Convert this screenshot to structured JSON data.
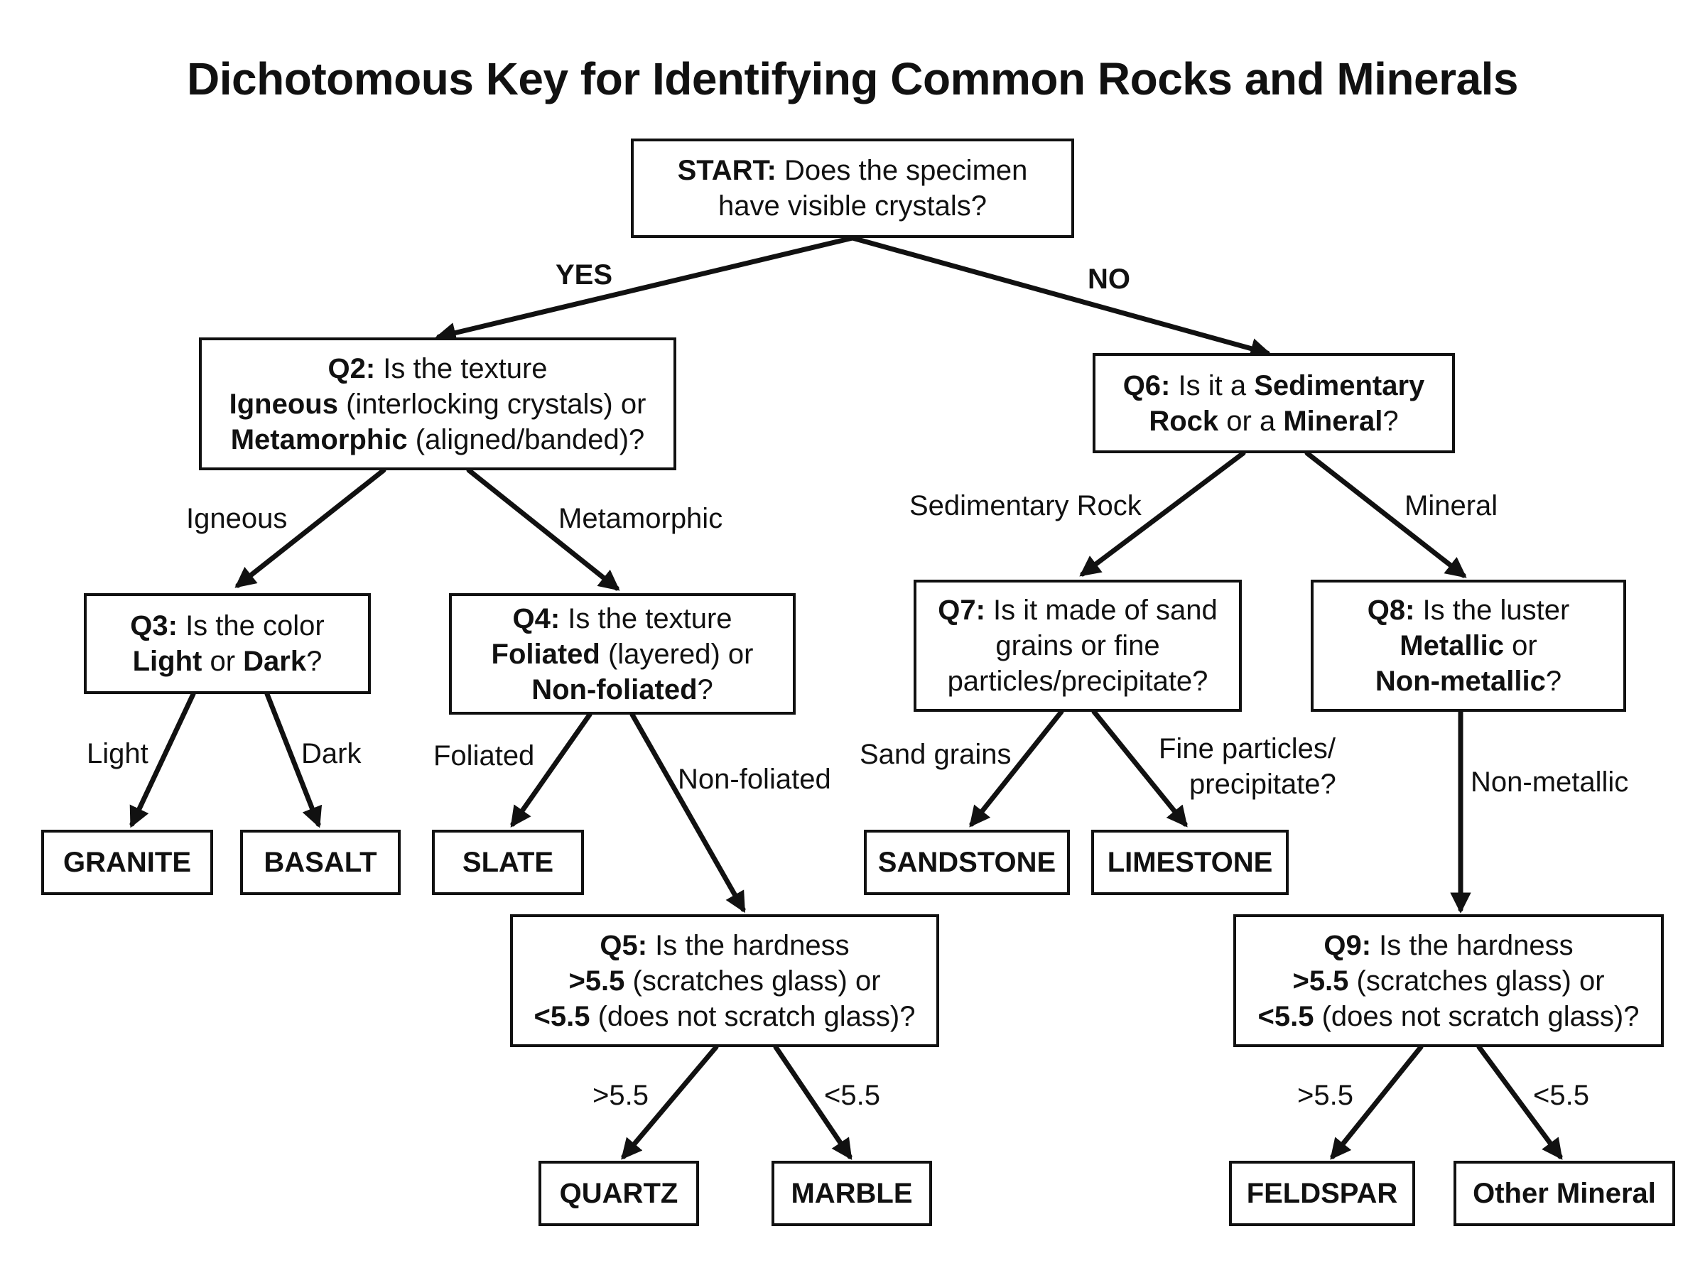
{
  "title": "Dichotomous Key for Identifying Common Rocks and Minerals",
  "nodes": {
    "start": [
      {
        "b": "START:",
        "t": " Does the specimen"
      },
      {
        "t": "have visible crystals?"
      }
    ],
    "q2": [
      {
        "b": "Q2:",
        "t": " Is the texture"
      },
      {
        "b": "Igneous",
        "t": " (interlocking crystals) or"
      },
      {
        "b": "Metamorphic",
        "t": " (aligned/banded)?"
      }
    ],
    "q3": [
      {
        "b": "Q3:",
        "t": " Is the color"
      },
      {
        "b": "Light",
        "t": " or ",
        "b2": "Dark",
        "t2": "?"
      }
    ],
    "q4": [
      {
        "b": "Q4:",
        "t": " Is the texture"
      },
      {
        "b": "Foliated",
        "t": " (layered) or"
      },
      {
        "b": "Non-foliated",
        "t": "?"
      }
    ],
    "q5": [
      {
        "b": "Q5:",
        "t": " Is the hardness"
      },
      {
        "b": ">5.5",
        "t": " (scratches glass) or"
      },
      {
        "b": "<5.5",
        "t": " (does not scratch glass)?"
      }
    ],
    "q6": [
      {
        "b": "Q6:",
        "t": " Is it a ",
        "b2": "Sedimentary"
      },
      {
        "b": "Rock",
        "t": " or a ",
        "b2": "Mineral",
        "t2": "?"
      }
    ],
    "q7": [
      {
        "b": "Q7:",
        "t": " Is it made of sand"
      },
      {
        "t": "grains or fine"
      },
      {
        "t": "particles/precipitate?"
      }
    ],
    "q8": [
      {
        "b": "Q8:",
        "t": " Is the luster"
      },
      {
        "b": "Metallic",
        "t": " or"
      },
      {
        "b": "Non-metallic",
        "t": "?"
      }
    ],
    "q9": [
      {
        "b": "Q9:",
        "t": " Is the hardness"
      },
      {
        "b": ">5.5",
        "t": " (scratches glass) or"
      },
      {
        "b": "<5.5",
        "t": " (does not scratch glass)?"
      }
    ]
  },
  "leaves": {
    "granite": "GRANITE",
    "basalt": "BASALT",
    "slate": "SLATE",
    "sandstone": "SANDSTONE",
    "limestone": "LIMESTONE",
    "quartz": "QUARTZ",
    "marble": "MARBLE",
    "feldspar": "FELDSPAR",
    "other": "Other Mineral"
  },
  "edge_labels": {
    "yes": "YES",
    "no": "NO",
    "igneous": "Igneous",
    "metamorphic": "Metamorphic",
    "sedimentary_rock": "Sedimentary Rock",
    "mineral": "Mineral",
    "light": "Light",
    "dark": "Dark",
    "foliated": "Foliated",
    "non_foliated": "Non-foliated",
    "sand_grains": "Sand grains",
    "fine_particles_1": "Fine particles/",
    "fine_particles_2": "precipitate?",
    "non_metallic": "Non-metallic",
    "q5_gt": ">5.5",
    "q5_lt": "<5.5",
    "q9_gt": ">5.5",
    "q9_lt": "<5.5"
  }
}
